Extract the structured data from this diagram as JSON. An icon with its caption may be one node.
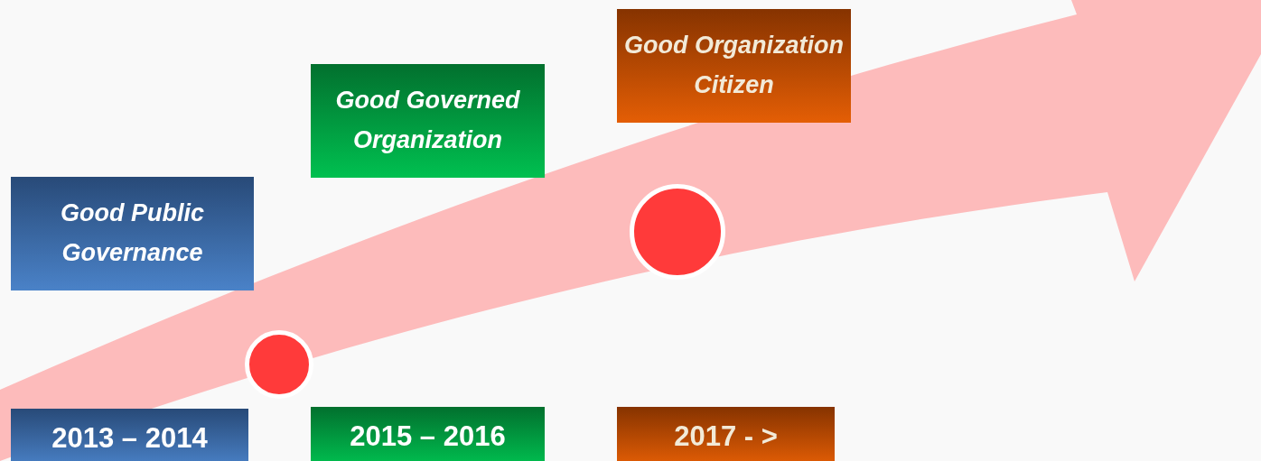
{
  "diagram": {
    "nodes": [
      {
        "text": [
          "Good Public Governance"
        ]
      },
      {
        "text": [
          "Good Governed Organization"
        ]
      },
      {
        "text": [
          "Good Organization Citizen"
        ]
      },
      {
        "text": [],
        "shape": "circle"
      },
      {
        "text": [],
        "shape": "circle"
      },
      {
        "text": [
          "2013 – 2014"
        ]
      },
      {
        "text": [
          "2015 – 2016"
        ]
      },
      {
        "text": [
          "2017 - >"
        ]
      }
    ]
  }
}
